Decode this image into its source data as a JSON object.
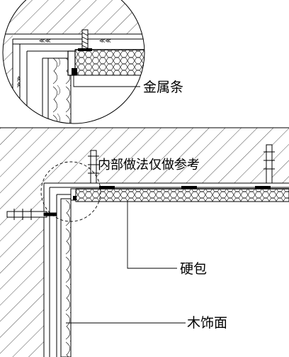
{
  "labels": {
    "metal_strip": "金属条",
    "internal_note": "内部做法仅做参考",
    "hard_pack": "硬包",
    "wood_finish": "木饰面"
  },
  "colors": {
    "line": "#000000",
    "background": "#ffffff"
  }
}
